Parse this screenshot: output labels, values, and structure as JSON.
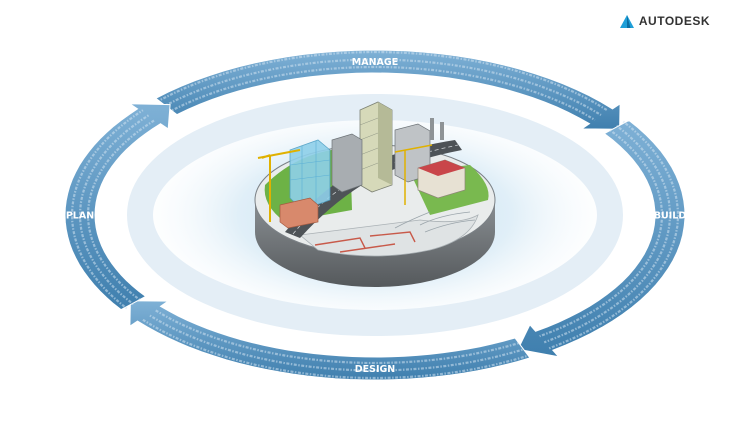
{
  "brand": {
    "name": "AUTODESK",
    "logo_icon": "autodesk-triangle-icon",
    "logo_color": "#1f9fd8"
  },
  "cycle": {
    "stages": [
      {
        "id": "manage",
        "label": "MANAGE"
      },
      {
        "id": "build",
        "label": "BUILD"
      },
      {
        "id": "design",
        "label": "DESIGN"
      },
      {
        "id": "plan",
        "label": "PLAN"
      }
    ],
    "binary_pattern": "0101001011010110010101101001011010010101100101101",
    "colors": {
      "ring": "#5e9bc4",
      "ring_light": "#8fbcdc",
      "glow": "#d5e8f4",
      "base_green": "#6db246"
    }
  }
}
